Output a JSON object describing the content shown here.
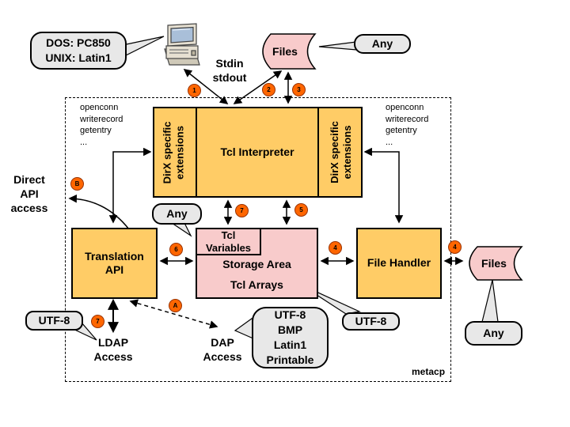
{
  "bubbles": {
    "dos_unix": [
      "DOS: PC850",
      "UNIX: Latin1"
    ],
    "any_top": "Any",
    "any_mid": "Any",
    "any_bottom": "Any",
    "utf8_left": "UTF-8",
    "utf8_right": "UTF-8",
    "utf8_bmp": [
      "UTF-8",
      "BMP",
      "Latin1",
      "Printable"
    ]
  },
  "labels": {
    "stdin_stdout": [
      "Stdin",
      "stdout"
    ],
    "files_top": "Files",
    "files_right": "Files",
    "openconn_list": [
      "openconn",
      "writerecord",
      "getentry",
      "..."
    ],
    "direct_api": [
      "Direct",
      "API",
      "access"
    ],
    "ldap": [
      "LDAP",
      "Access"
    ],
    "dap": [
      "DAP",
      "Access"
    ],
    "metacp": "metacp"
  },
  "boxes": {
    "dirx_extensions": [
      "DirX specific",
      "extensions"
    ],
    "tcl_interpreter": "Tcl Interpreter",
    "translation_api": [
      "Translation",
      "API"
    ],
    "tcl_variables": [
      "Tcl",
      "Variables"
    ],
    "storage_area": "Storage Area",
    "tcl_arrays": "Tcl Arrays",
    "file_handler": "File Handler"
  },
  "badges": {
    "b1": "1",
    "b2": "2",
    "b3": "3",
    "b4a": "4",
    "b4b": "4",
    "b5": "5",
    "b6": "6",
    "b7a": "7",
    "b7b": "7",
    "bA": "A",
    "bB": "B"
  },
  "icons": {
    "computer_icon": "desktop-pc"
  },
  "colors": {
    "box_orange": "#FFCC66",
    "box_pink": "#F8CBCB",
    "bubble_grey": "#E8E8E8",
    "badge_orange": "#FF6600",
    "badge_border": "#993300",
    "line": "#000000"
  }
}
